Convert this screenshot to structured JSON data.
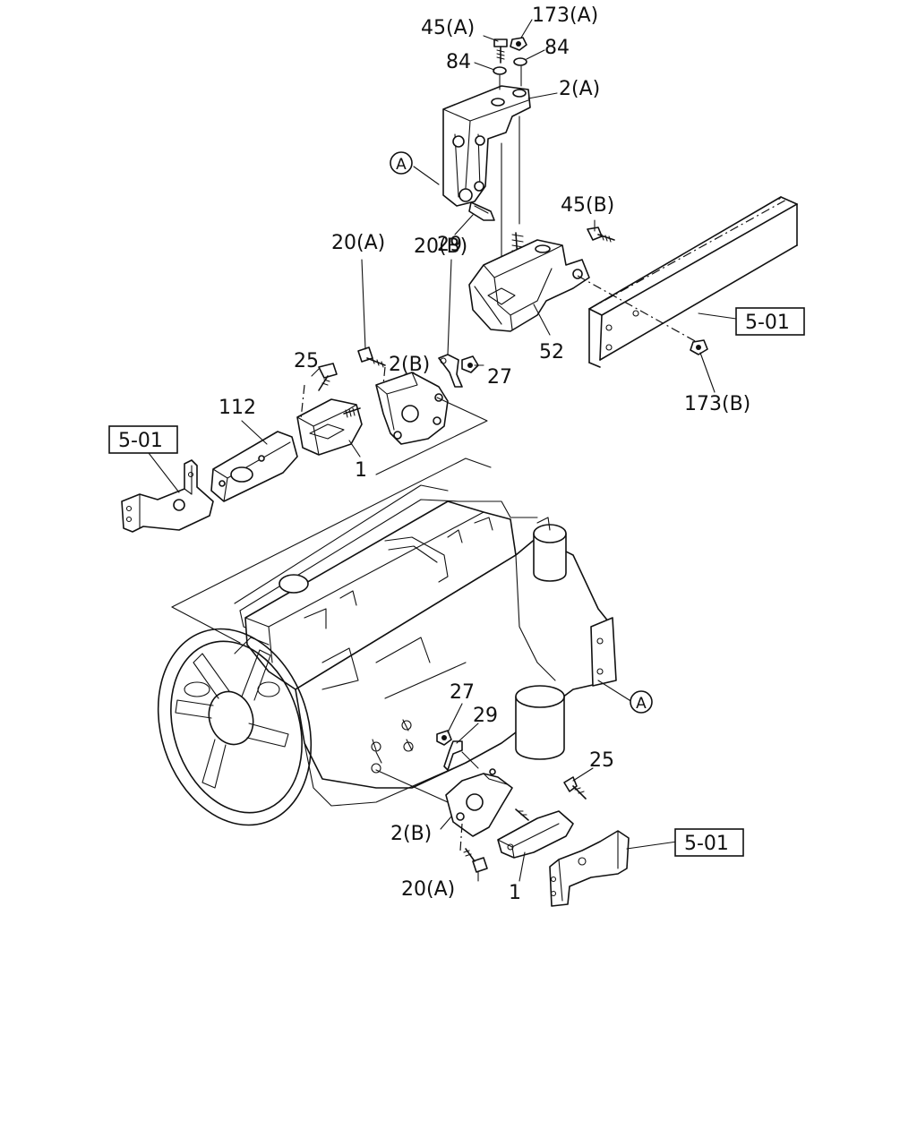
{
  "labels": {
    "l45a": "45(A)",
    "l173a": "173(A)",
    "l84_left": "84",
    "l84_right": "84",
    "l2a": "2(A)",
    "l45b": "45(B)",
    "l20b": "20(B)",
    "l52": "52",
    "l501_frame": "5-01",
    "l173b": "173(B)",
    "l20a_top": "20(A)",
    "l29_top": "29",
    "l25_top": "25",
    "l2b_top": "2(B)",
    "l27_top": "27",
    "l112": "112",
    "l501_left": "5-01",
    "l1_top": "1",
    "l27_bottom": "27",
    "l29_bottom": "29",
    "l25_bottom": "25",
    "l501_bottom": "5-01",
    "l2b_bottom": "2(B)",
    "l20a_bottom": "20(A)",
    "l1_bottom": "1"
  },
  "callouts": {
    "a_top": "A",
    "a_engine": "A"
  }
}
